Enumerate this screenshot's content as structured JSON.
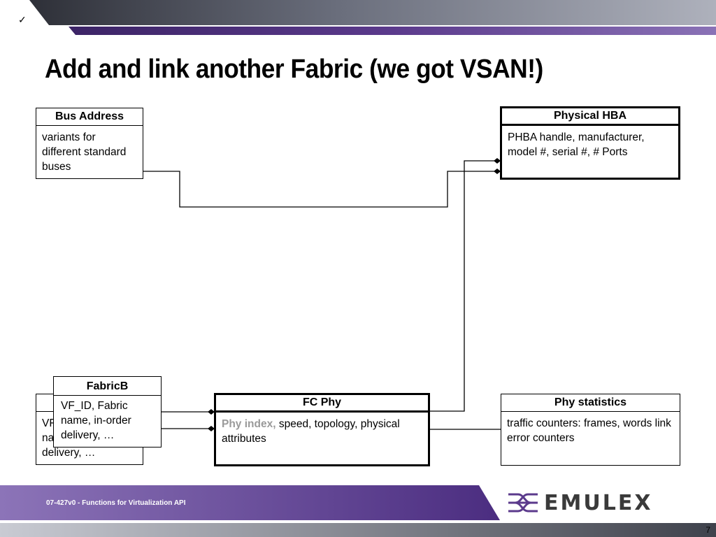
{
  "slide": {
    "check": "✓",
    "title": "Add and link another Fabric (we got VSAN!)",
    "footer": "07-427v0 - Functions for Virtualization API",
    "page_number": "7",
    "logo_text": "EMULEX"
  },
  "boxes": {
    "bus_address": {
      "header": "Bus Address",
      "body": "variants for different standard buses"
    },
    "physical_hba": {
      "header": "Physical HBA",
      "body": "PHBA handle, manufacturer, model #, serial #, # Ports"
    },
    "fabric_back": {
      "body_visible": "VF\nna\ndelivery, …"
    },
    "fabric_b": {
      "header": "FabricB",
      "body": "VF_ID, Fabric name, in-order delivery, …"
    },
    "fc_phy": {
      "header": "FC Phy",
      "body_highlight": "Phy index,",
      "body_rest": " speed, topology, physical attributes"
    },
    "phy_statistics": {
      "header": "Phy statistics",
      "body": "traffic counters: frames, words link error counters"
    }
  },
  "colors": {
    "purple": "#5b3a8c",
    "gray_dark": "#4a4d57",
    "gray_light": "#c8cad2"
  }
}
